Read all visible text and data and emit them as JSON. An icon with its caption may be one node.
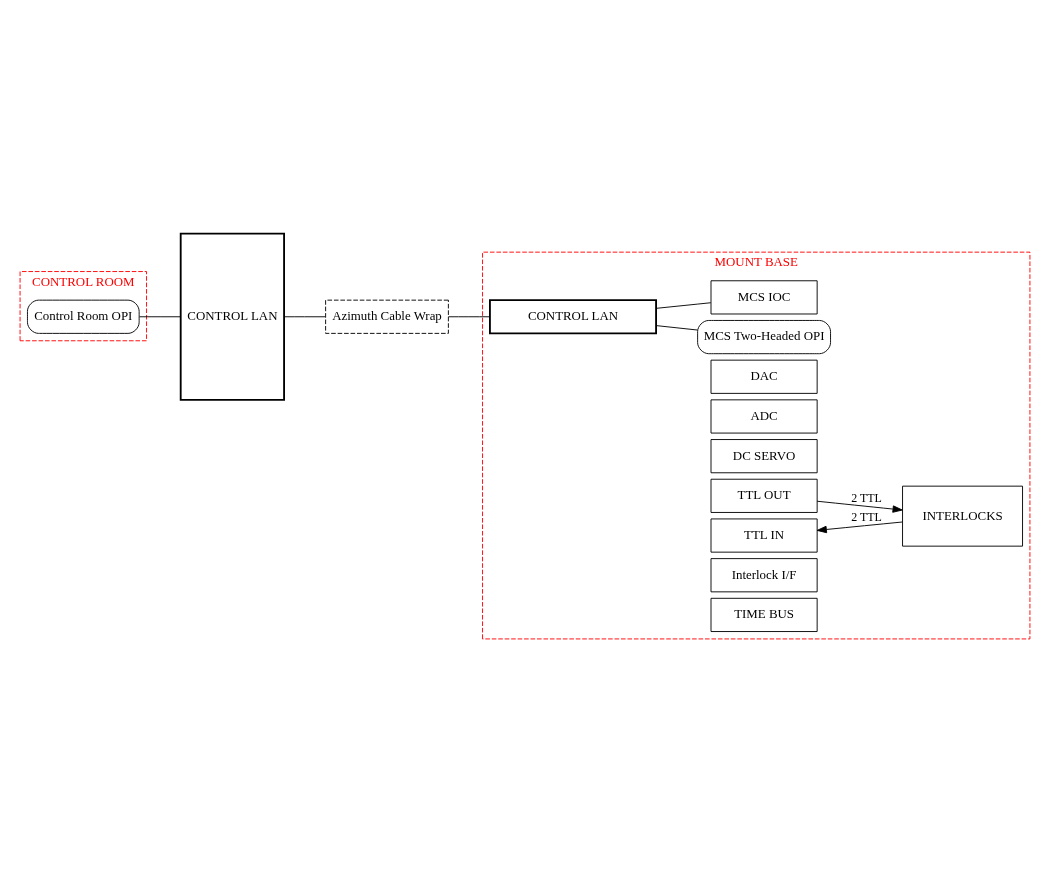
{
  "diagram": {
    "nodes": [
      {
        "text": [
          "CONTROL ROOM"
        ]
      },
      {
        "text": [
          "Control Room OPI"
        ],
        "in": 0
      },
      {
        "text": [
          "MOUNT BASE"
        ]
      },
      {
        "text": [
          "MCS Two-Headed OPI"
        ],
        "in": 2
      },
      {
        "text": [
          "MCS IOC"
        ],
        "in": 2
      },
      {
        "text": [
          "DAC"
        ],
        "in": 2
      },
      {
        "text": [
          "ADC"
        ],
        "in": 2
      },
      {
        "text": [
          "DC SERVO"
        ],
        "in": 2
      },
      {
        "text": [
          "TTL OUT"
        ],
        "in": 2
      },
      {
        "text": [
          "TTL IN"
        ],
        "in": 2
      },
      {
        "text": [
          "Interlock I/F"
        ],
        "in": 2
      },
      {
        "text": [
          "TIME BUS"
        ],
        "in": 2
      },
      {
        "text": [
          "INTERLOCKS"
        ],
        "in": 2
      },
      {
        "text": [
          "CONTROL LAN"
        ]
      },
      {
        "text": [
          "Azimuth Cable Wrap"
        ]
      },
      {
        "text": [
          "CONTROL LAN"
        ],
        "in": 2
      }
    ],
    "edges": [
      {
        "from": 1,
        "to": 13,
        "arrow": "none"
      },
      {
        "from": 13,
        "to": 14,
        "arrow": "none"
      },
      {
        "from": 14,
        "to": 15,
        "arrow": "none"
      },
      {
        "from": 15,
        "to": 3,
        "arrow": "none"
      },
      {
        "from": 15,
        "to": 4,
        "arrow": "none"
      },
      {
        "from": 8,
        "to": 12,
        "arrow": "to",
        "label": "2 TTL"
      },
      {
        "from": 12,
        "to": 9,
        "arrow": "to",
        "label": "2 TTL"
      }
    ]
  }
}
